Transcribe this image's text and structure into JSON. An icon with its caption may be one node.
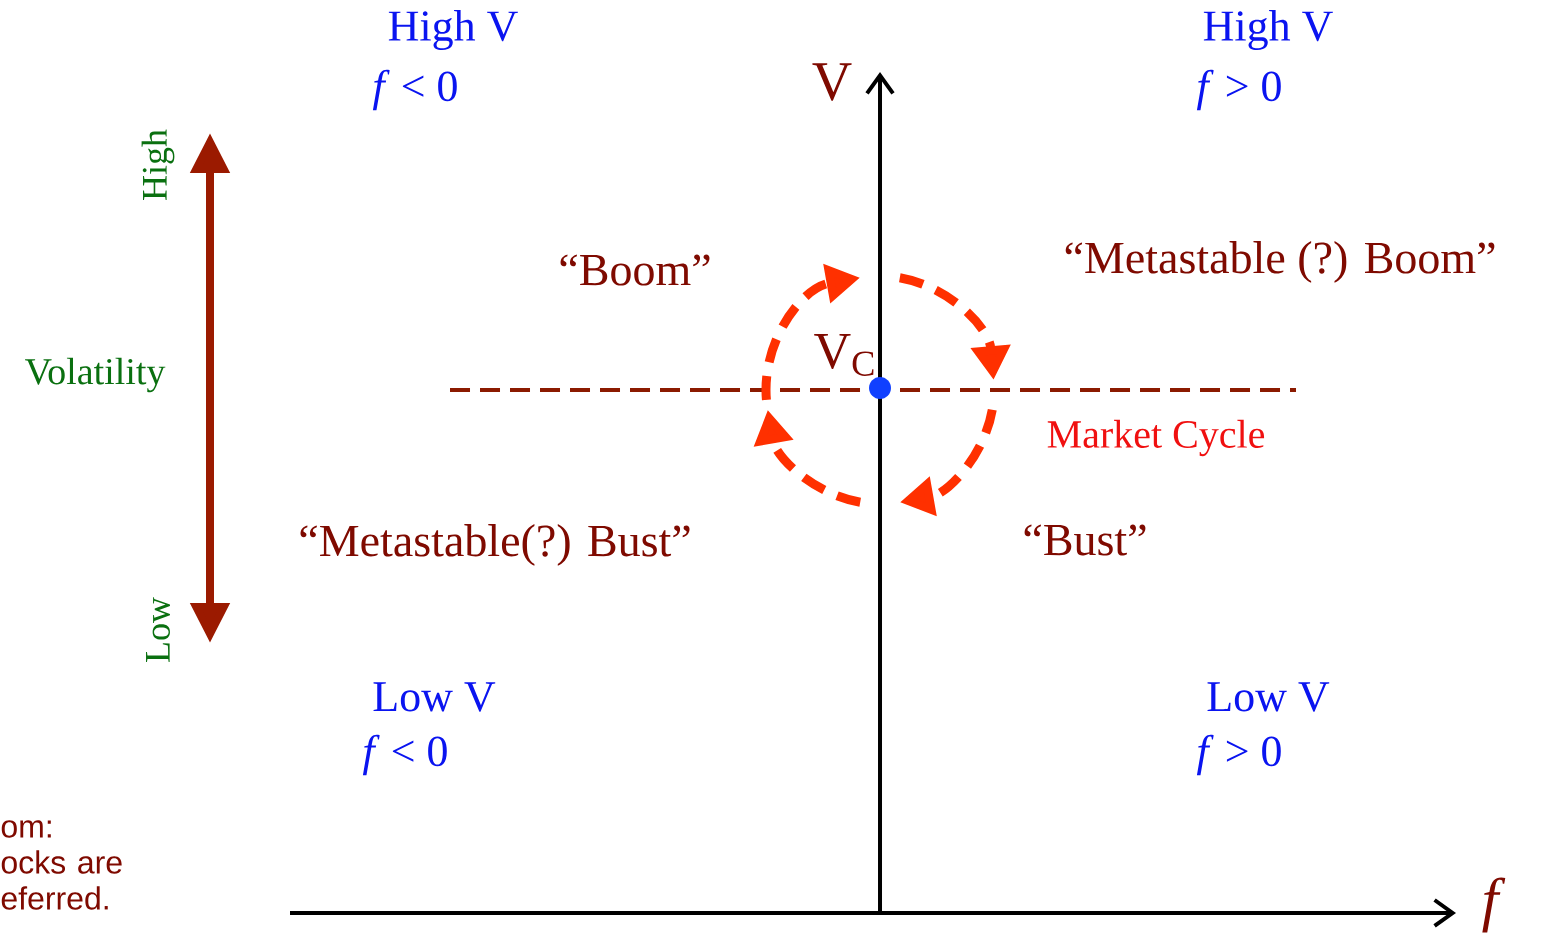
{
  "diagram": {
    "labels": [
      "High V",
      "*f* < 0",
      "V",
      "High V",
      "*f* > 0",
      "High",
      "“Boom”",
      "“Metastable (?) Boom”",
      "Volatility",
      "V$_{C}$",
      "Market Cycle",
      "“Metastable(?) Bust”",
      "“Bust”",
      "Low",
      "Low V",
      "*f* < 0",
      "Low V",
      "*f* > 0",
      "om: ocks are eferred.",
      "f"
    ]
  }
}
